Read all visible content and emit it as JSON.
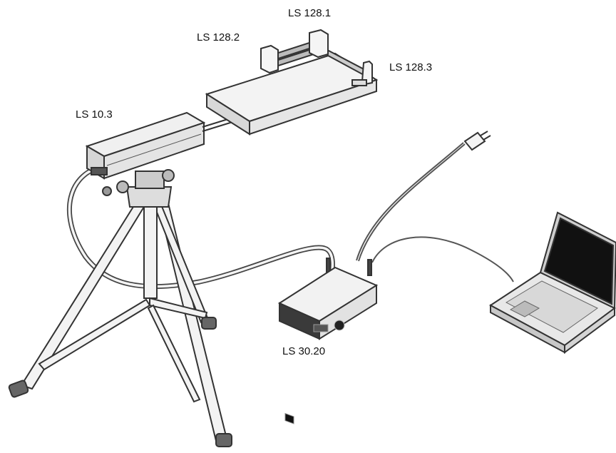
{
  "labels": {
    "ls_128_1": "LS 128.1",
    "ls_128_2": "LS 128.2",
    "ls_128_3": "LS 128.3",
    "ls_10_3": "LS 10.3",
    "ls_30_20": "LS 30.20"
  },
  "colors": {
    "outline": "#333333",
    "light_fill": "#f2f2f2",
    "mid_fill": "#dcdcdc",
    "dark_fill": "#3a3a3a",
    "screen": "#111111"
  }
}
